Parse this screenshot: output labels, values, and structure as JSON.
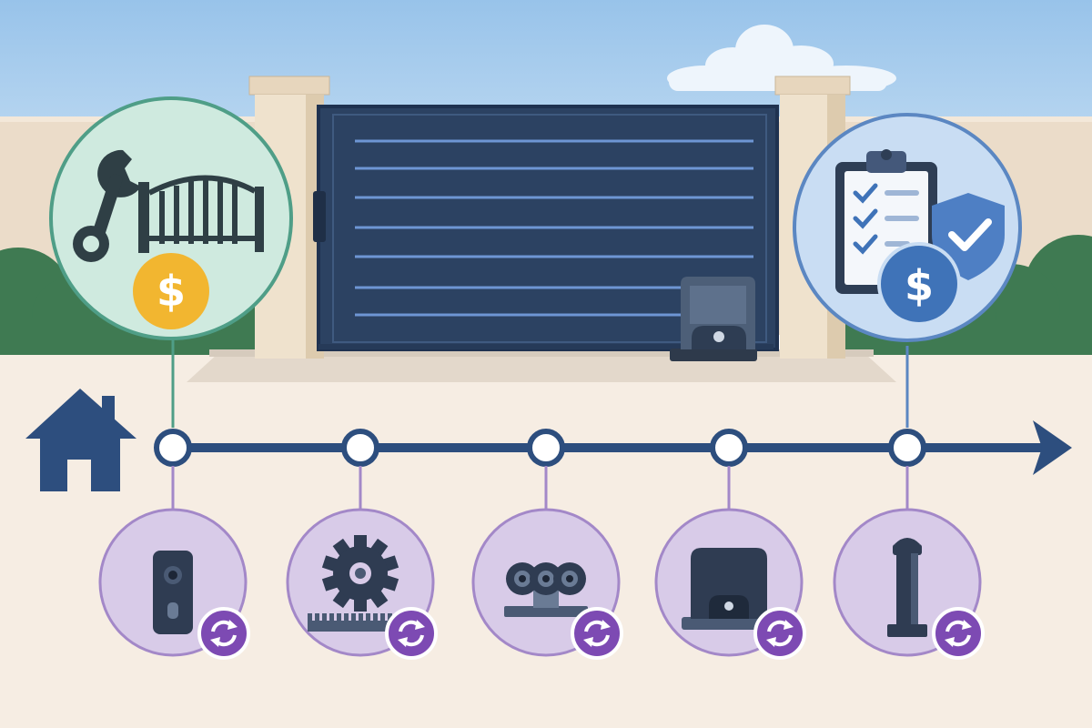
{
  "colors": {
    "sky": "#9ec6ea",
    "wall": "#eddfcd",
    "ground": "#f6ede3",
    "gate": "#2f4566",
    "gate_slat": "#6f96d2",
    "timeline": "#2d4e7e",
    "teal_circle_fill": "#cfe9e0",
    "teal_circle_stroke": "#4f9e87",
    "blue_circle_fill": "#c8dcf2",
    "blue_circle_stroke": "#5b87c2",
    "purple_circle_fill": "#d8cbe8",
    "purple_circle_stroke": "#a388c8",
    "purple_badge": "#7d4ab3",
    "dollar_gold": "#f2b630",
    "dollar_blue": "#3f73b8"
  },
  "scene": {
    "background": [
      "sky",
      "cloud",
      "perimeter-wall",
      "shrubs",
      "pillars",
      "sliding-gate",
      "gate-opener-motor",
      "ground"
    ],
    "callouts": [
      {
        "id": "installation-cost",
        "icons": [
          "wrench-icon",
          "arch-gate-icon",
          "dollar-coin-icon"
        ]
      },
      {
        "id": "maintenance-plan",
        "icons": [
          "clipboard-checklist-icon",
          "shield-check-icon",
          "dollar-coin-icon"
        ]
      }
    ],
    "timeline": {
      "start_icon": "house-icon",
      "end_icon": "arrow-head-icon",
      "milestones": 5
    },
    "replacement_parts": [
      {
        "icon": "keypad-remote-icon",
        "badge": "replace-cycle-icon"
      },
      {
        "icon": "gear-rack-icon",
        "badge": "replace-cycle-icon"
      },
      {
        "icon": "roller-wheels-icon",
        "badge": "replace-cycle-icon"
      },
      {
        "icon": "motor-housing-icon",
        "badge": "replace-cycle-icon"
      },
      {
        "icon": "gate-post-icon",
        "badge": "replace-cycle-icon"
      }
    ]
  }
}
